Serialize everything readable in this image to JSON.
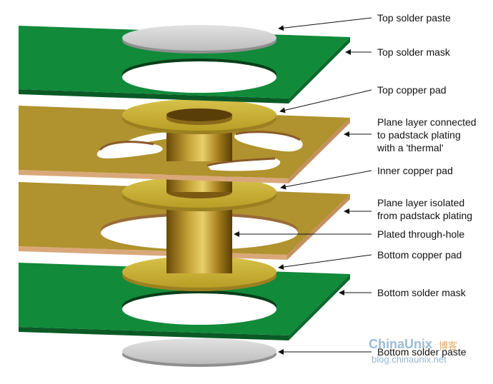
{
  "labels": {
    "top_solder_paste": "Top solder paste",
    "top_solder_mask": "Top solder mask",
    "top_copper_pad": "Top copper pad",
    "plane_thermal": "Plane layer connected\nto padstack plating\nwith a 'thermal'",
    "inner_copper_pad": "Inner copper pad",
    "plane_isolated": "Plane layer isolated\nfrom padstack plating",
    "plated_through_hole": "Plated through-hole",
    "bottom_copper_pad": "Bottom copper pad",
    "bottom_solder_mask": "Bottom solder mask",
    "bottom_solder_paste": "Bottom solder paste"
  },
  "watermark": {
    "brand": "ChinaUnix",
    "blog": "博客",
    "url": "blog.chinaunix.net"
  },
  "colors": {
    "solder_mask": "#118a3a",
    "plane_copper": "#b0922e",
    "copper_pad": "#c9b13c",
    "solder_paste": "#c8c8c8",
    "watermark": "#7aa6cc"
  }
}
